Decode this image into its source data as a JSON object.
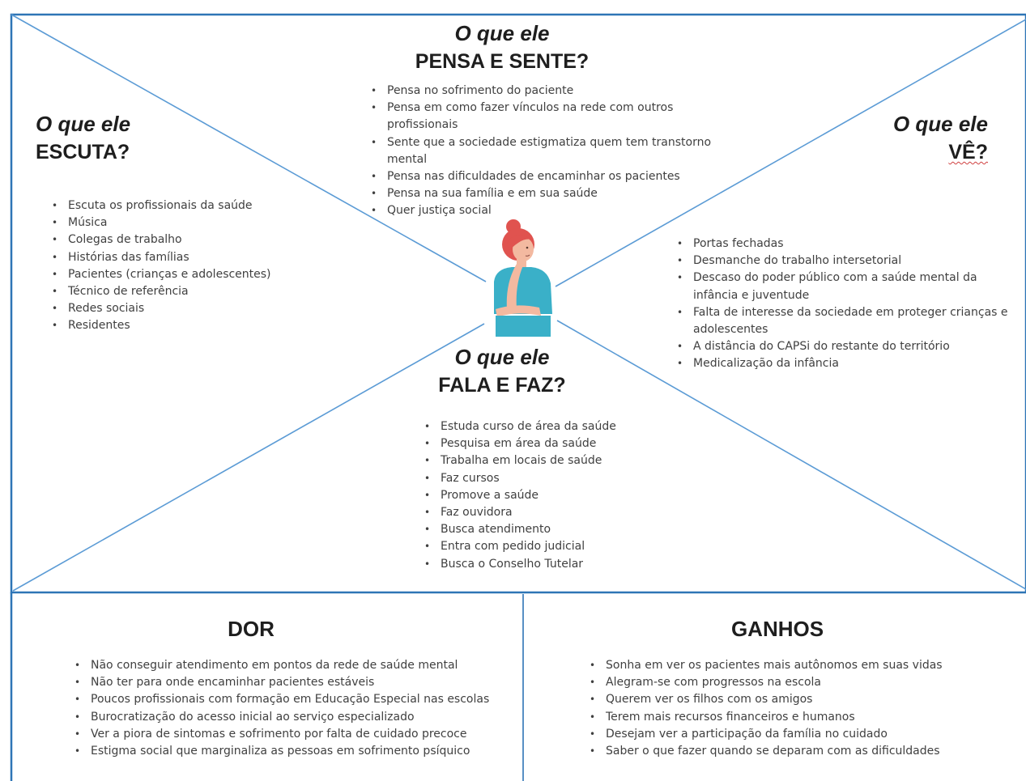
{
  "thinks_feels": {
    "question": "O que ele",
    "title": "PENSA E SENTE?",
    "items": [
      "Pensa no  sofrimento do paciente",
      "Pensa em como fazer vínculos na rede  com outros profissionais",
      "Sente que  a sociedade  estigmatiza quem tem transtorno mental",
      "Pensa nas dificuldades  de encaminhar os pacientes",
      "Pensa na sua família e em sua saúde",
      "Quer justiça social"
    ]
  },
  "hears": {
    "question": "O que ele",
    "title": "ESCUTA?",
    "items": [
      "Escuta os profissionais da saúde",
      "Música",
      "Colegas de trabalho",
      "Histórias das famílias",
      "Pacientes (crianças e adolescentes)",
      "Técnico de referência",
      "Redes sociais",
      "Residentes"
    ]
  },
  "sees": {
    "question": "O que ele",
    "title": "VÊ?",
    "items": [
      "Portas fechadas",
      "Desmanche do trabalho intersetorial",
      "Descaso do poder público com a saúde mental da infância e juventude",
      "Falta de interesse da sociedade em proteger crianças e adolescentes",
      "A distância do CAPSi do restante do território",
      "Medicalização da infância"
    ]
  },
  "says_does": {
    "question": "O que ele",
    "title": "FALA E FAZ?",
    "items": [
      "Estuda curso de área da saúde",
      "Pesquisa em área da saúde",
      "Trabalha em locais de saúde",
      "Faz cursos",
      "Promove a saúde",
      "Faz ouvidora",
      "Busca atendimento",
      "Entra com pedido judicial",
      "Busca o Conselho Tutelar"
    ]
  },
  "pain": {
    "title": "DOR",
    "items": [
      "Não conseguir  atendimento em pontos da rede  de saúde mental",
      "Não ter para onde encaminhar pacientes estáveis",
      "Poucos profissionais com formação em Educação Especial nas escolas",
      "Burocratização do acesso inicial ao serviço especializado",
      "Ver a piora  de sintomas e sofrimento por falta de cuidado  precoce",
      "Estigma social que marginaliza as pessoas em sofrimento psíquico"
    ]
  },
  "gains": {
    "title": "GANHOS",
    "items": [
      "Sonha em ver os pacientes mais autônomos em suas vidas",
      "Alegram-se com progressos na escola",
      "Querem ver os filhos com os amigos",
      "Terem mais recursos financeiros e humanos",
      "Desejam ver a participação da família no cuidado",
      "Saber o que fazer quando se deparam com as dificuldades"
    ]
  },
  "colors": {
    "frame_line": "#2e75b6",
    "diagonal_line": "#5b9bd5",
    "shirt": "#3ab0c8",
    "hair": "#e0534f",
    "skin": "#f3b9a0"
  }
}
